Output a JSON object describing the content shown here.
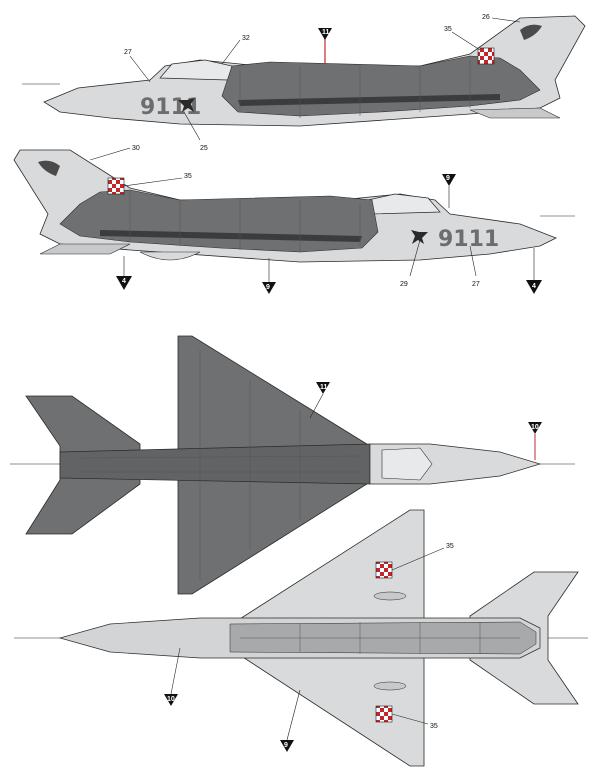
{
  "colors": {
    "light_gray": "#d9dadb",
    "dark_gray": "#6f7071",
    "mid_gray": "#a8a9aa",
    "outline": "#2b2b2b",
    "marker_fill": "#111111",
    "marker_line": "#c0282d"
  },
  "views": {
    "port_side": {
      "serial": "9111",
      "callouts": [
        "27",
        "32",
        "26",
        "35",
        "25"
      ],
      "marker": "11"
    },
    "starboard_side": {
      "serial": "9111",
      "callouts": [
        "30",
        "35",
        "29",
        "27"
      ],
      "markers": [
        "4",
        "9",
        "9",
        "4"
      ]
    },
    "upper_surface": {
      "markers": [
        "11",
        "10"
      ]
    },
    "lower_surface": {
      "callouts": [
        "35",
        "35"
      ],
      "markers": [
        "10",
        "9"
      ]
    }
  },
  "icons": [
    "checkerboard-insignia-icon",
    "winged-emblem-icon"
  ]
}
